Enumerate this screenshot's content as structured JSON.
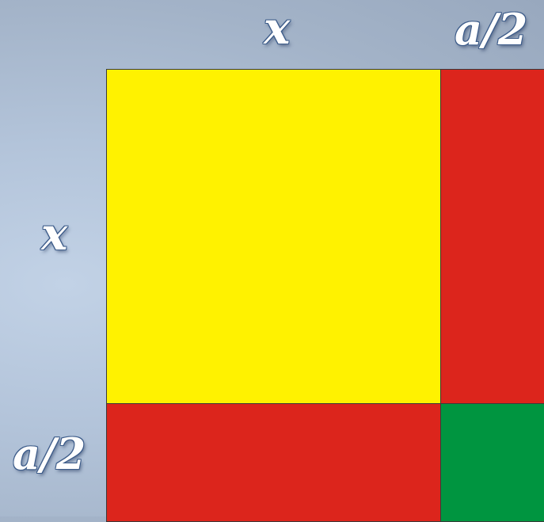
{
  "labels": {
    "top_x": "x",
    "top_a_half": "a/2",
    "left_x": "x",
    "left_a_half": "a/2"
  },
  "colors": {
    "x_squared_square": "#fff200",
    "side_rectangles": "#dc251c",
    "corner_square": "#009540"
  }
}
